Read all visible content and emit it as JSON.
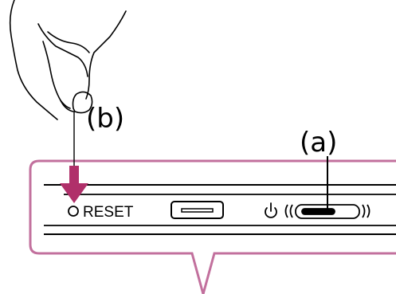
{
  "callouts": {
    "a": "(a)",
    "b": "(b)"
  },
  "device": {
    "reset_label": "RESET"
  },
  "colors": {
    "frame": "#c2709d",
    "arrow": "#b0306a",
    "line": "#000000"
  },
  "icons": {
    "hand": "hand-holding-pin-icon",
    "arrow": "down-arrow-icon",
    "usb": "usb-port-icon",
    "power": "power-icon",
    "slider": "power-slider-switch-icon"
  }
}
